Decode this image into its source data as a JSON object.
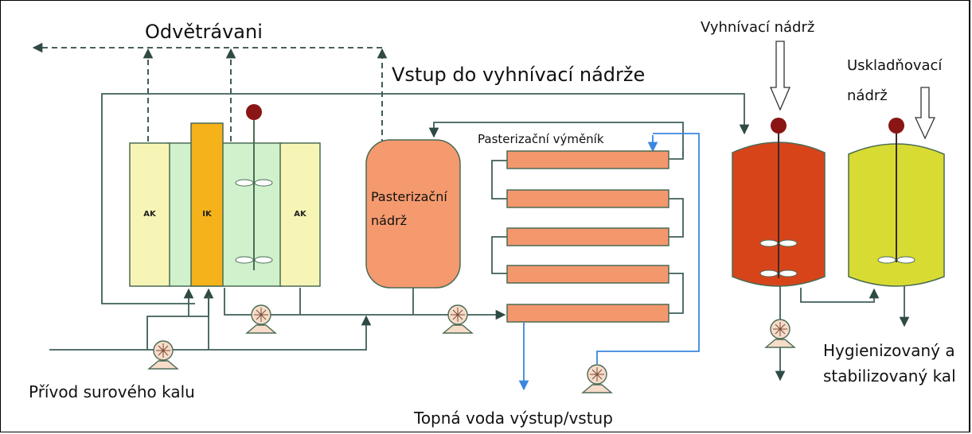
{
  "labels": {
    "ventilation": "Odvětrávani",
    "digester_inlet": "Vstup do vyhnívací nádrže",
    "pasteur_exchanger": "Pasterizační výměník",
    "pasteur_tank_line1": "Pasterizační",
    "pasteur_tank_line2": "nádrž",
    "digester_tank": "Vyhnívací nádrž",
    "storage_tank_line1": "Uskladňovací",
    "storage_tank_line2": "nádrž",
    "raw_sludge": "Přívod surového kalu",
    "heating_water": "Topná voda výstup/vstup",
    "output_line1": "Hygienizovaný a",
    "output_line2": "stabilizovaný kal",
    "ak_left": "AK",
    "ik": "IK",
    "ak_right": "AK"
  },
  "colors": {
    "pipe": "#3f5f5a",
    "vent_pipe": "#2f4a45",
    "heating_pipe": "#3a86e0",
    "ak_fill": "#f7f5b6",
    "ik_fill": "#f5b21a",
    "reactor_fill": "#cff2cc",
    "pasteur_tank_fill": "#f49a6e",
    "exchanger_fill": "#f3986d",
    "digester_fill": "#d8441a",
    "storage_fill": "#d8dc32",
    "motor": "#8a1515",
    "pump_fill": "#f6dcc9"
  }
}
